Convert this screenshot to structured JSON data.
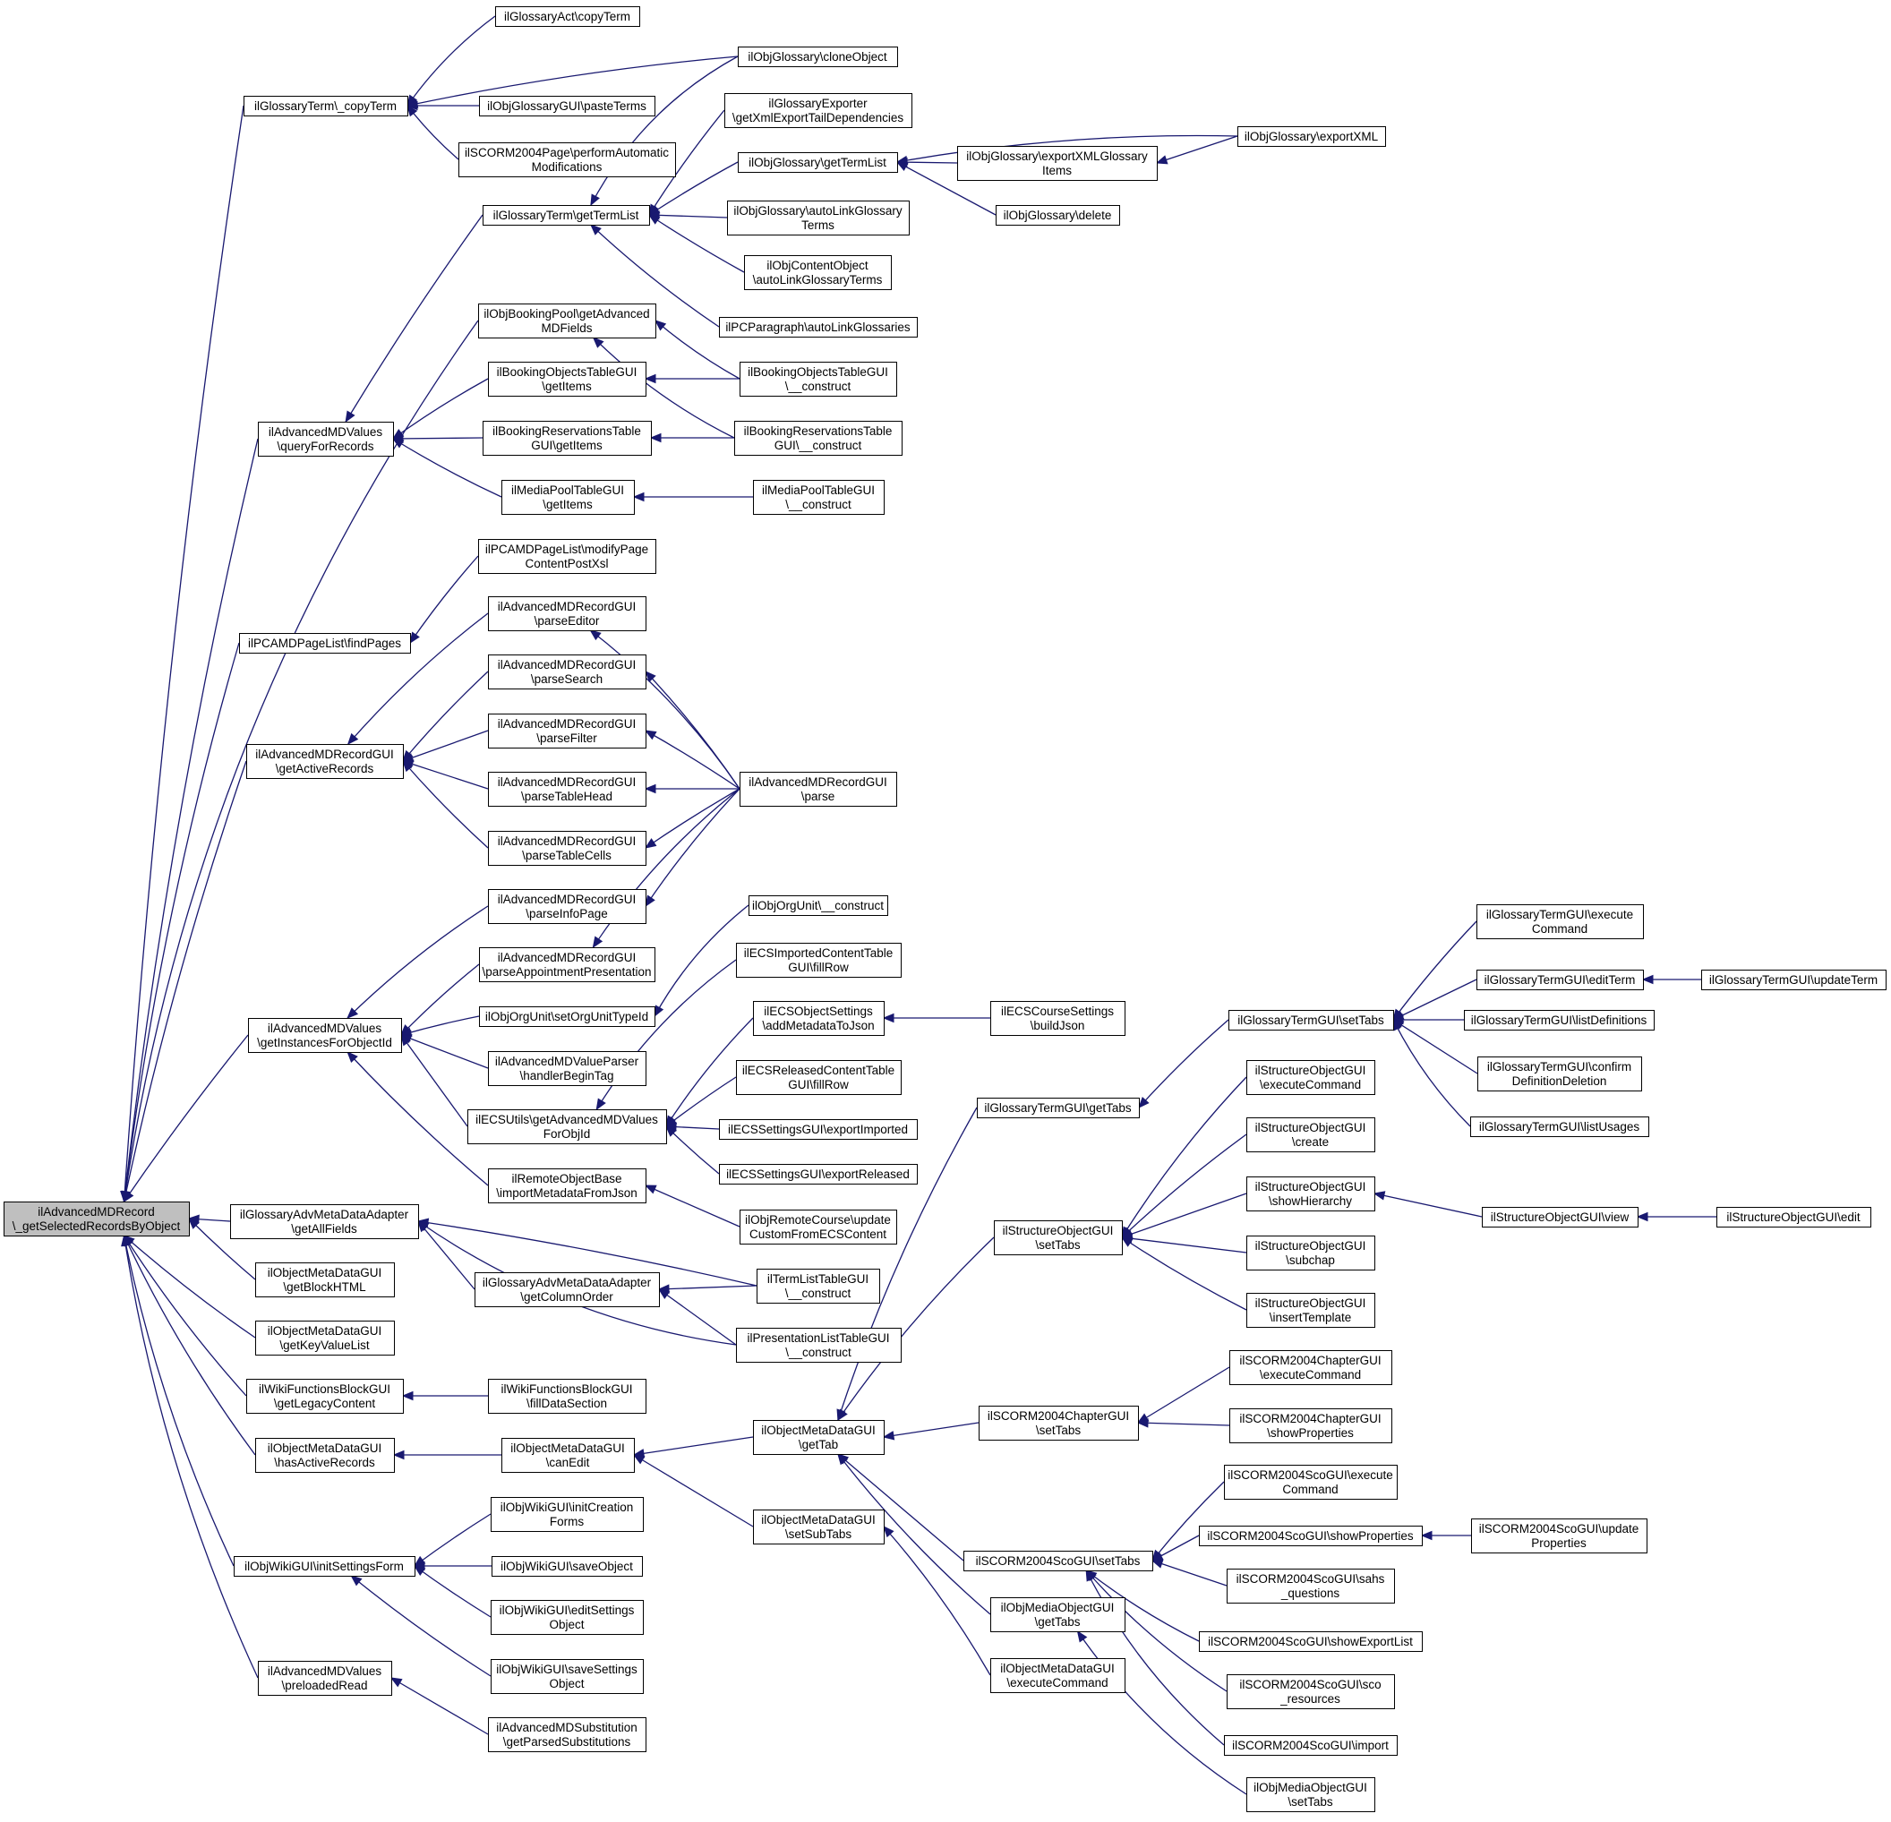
{
  "nodes": [
    {
      "id": "root",
      "lines": [
        "ilAdvancedMDRecord",
        "\\_getSelectedRecordsByObject"
      ],
      "root": true
    },
    {
      "id": "copyTerm",
      "lines": [
        "ilGlossaryTerm\\_copyTerm"
      ]
    },
    {
      "id": "queryForRecords",
      "lines": [
        "ilAdvancedMDValues",
        "\\queryForRecords"
      ]
    },
    {
      "id": "findPages",
      "lines": [
        "ilPCAMDPageList\\findPages"
      ]
    },
    {
      "id": "getActiveRecords",
      "lines": [
        "ilAdvancedMDRecordGUI",
        "\\getActiveRecords"
      ]
    },
    {
      "id": "getInstancesForObjectId",
      "lines": [
        "ilAdvancedMDValues",
        "\\getInstancesForObjectId"
      ]
    },
    {
      "id": "getAllFields",
      "lines": [
        "ilGlossaryAdvMetaDataAdapter",
        "\\getAllFields"
      ]
    },
    {
      "id": "getBlockHTML",
      "lines": [
        "ilObjectMetaDataGUI",
        "\\getBlockHTML"
      ]
    },
    {
      "id": "getKeyValueList",
      "lines": [
        "ilObjectMetaDataGUI",
        "\\getKeyValueList"
      ]
    },
    {
      "id": "getLegacyContent",
      "lines": [
        "ilWikiFunctionsBlockGUI",
        "\\getLegacyContent"
      ]
    },
    {
      "id": "hasActiveRecords",
      "lines": [
        "ilObjectMetaDataGUI",
        "\\hasActiveRecords"
      ]
    },
    {
      "id": "initSettingsForm",
      "lines": [
        "ilObjWikiGUI\\initSettingsForm"
      ]
    },
    {
      "id": "preloadedRead",
      "lines": [
        "ilAdvancedMDValues",
        "\\preloadedRead"
      ]
    },
    {
      "id": "actCopyTerm",
      "lines": [
        "ilGlossaryAct\\copyTerm"
      ]
    },
    {
      "id": "pasteTerms",
      "lines": [
        "ilObjGlossaryGUI\\pasteTerms"
      ]
    },
    {
      "id": "performAuto",
      "lines": [
        "ilSCORM2004Page\\performAutomatic",
        "Modifications"
      ]
    },
    {
      "id": "termGetTermList",
      "lines": [
        "ilGlossaryTerm\\getTermList"
      ]
    },
    {
      "id": "bookingPoolGetAdv",
      "lines": [
        "ilObjBookingPool\\getAdvanced",
        "MDFields"
      ]
    },
    {
      "id": "bookingObjGetItems",
      "lines": [
        "ilBookingObjectsTableGUI",
        "\\getItems"
      ]
    },
    {
      "id": "bookingResGetItems",
      "lines": [
        "ilBookingReservationsTable",
        "GUI\\getItems"
      ]
    },
    {
      "id": "mediaPoolGetItems",
      "lines": [
        "ilMediaPoolTableGUI",
        "\\getItems"
      ]
    },
    {
      "id": "modifyPageContent",
      "lines": [
        "ilPCAMDPageList\\modifyPage",
        "ContentPostXsl"
      ]
    },
    {
      "id": "parseEditor",
      "lines": [
        "ilAdvancedMDRecordGUI",
        "\\parseEditor"
      ]
    },
    {
      "id": "parseSearch",
      "lines": [
        "ilAdvancedMDRecordGUI",
        "\\parseSearch"
      ]
    },
    {
      "id": "parseFilter",
      "lines": [
        "ilAdvancedMDRecordGUI",
        "\\parseFilter"
      ]
    },
    {
      "id": "parseTableHead",
      "lines": [
        "ilAdvancedMDRecordGUI",
        "\\parseTableHead"
      ]
    },
    {
      "id": "parseTableCells",
      "lines": [
        "ilAdvancedMDRecordGUI",
        "\\parseTableCells"
      ]
    },
    {
      "id": "parseInfoPage",
      "lines": [
        "ilAdvancedMDRecordGUI",
        "\\parseInfoPage"
      ]
    },
    {
      "id": "parseAppointment",
      "lines": [
        "ilAdvancedMDRecordGUI",
        "\\parseAppointmentPresentation"
      ]
    },
    {
      "id": "setOrgUnitTypeId",
      "lines": [
        "ilObjOrgUnit\\setOrgUnitTypeId"
      ]
    },
    {
      "id": "handlerBeginTag",
      "lines": [
        "ilAdvancedMDValueParser",
        "\\handlerBeginTag"
      ]
    },
    {
      "id": "ecsGetAdvanced",
      "lines": [
        "ilECSUtils\\getAdvancedMDValues",
        "ForObjId"
      ]
    },
    {
      "id": "importMetadata",
      "lines": [
        "ilRemoteObjectBase",
        "\\importMetadataFromJson"
      ]
    },
    {
      "id": "getColumnOrder",
      "lines": [
        "ilGlossaryAdvMetaDataAdapter",
        "\\getColumnOrder"
      ]
    },
    {
      "id": "fillDataSection",
      "lines": [
        "ilWikiFunctionsBlockGUI",
        "\\fillDataSection"
      ]
    },
    {
      "id": "canEdit",
      "lines": [
        "ilObjectMetaDataGUI",
        "\\canEdit"
      ]
    },
    {
      "id": "initCreationForms",
      "lines": [
        "ilObjWikiGUI\\initCreation",
        "Forms"
      ]
    },
    {
      "id": "saveObject",
      "lines": [
        "ilObjWikiGUI\\saveObject"
      ]
    },
    {
      "id": "editSettingsObject",
      "lines": [
        "ilObjWikiGUI\\editSettings",
        "Object"
      ]
    },
    {
      "id": "saveSettingsObject",
      "lines": [
        "ilObjWikiGUI\\saveSettings",
        "Object"
      ]
    },
    {
      "id": "getParsedSubst",
      "lines": [
        "ilAdvancedMDSubstitution",
        "\\getParsedSubstitutions"
      ]
    },
    {
      "id": "cloneObject",
      "lines": [
        "ilObjGlossary\\cloneObject"
      ]
    },
    {
      "id": "exporterGetXml",
      "lines": [
        "ilGlossaryExporter",
        "\\getXmlExportTailDependencies"
      ]
    },
    {
      "id": "glossGetTermList",
      "lines": [
        "ilObjGlossary\\getTermList"
      ]
    },
    {
      "id": "autoLinkGlossTerms",
      "lines": [
        "ilObjGlossary\\autoLinkGlossary",
        "Terms"
      ]
    },
    {
      "id": "contentAutoLink",
      "lines": [
        "ilObjContentObject",
        "\\autoLinkGlossaryTerms"
      ]
    },
    {
      "id": "pcParagraphAutoLink",
      "lines": [
        "ilPCParagraph\\autoLinkGlossaries"
      ]
    },
    {
      "id": "bookingObjConstruct",
      "lines": [
        "ilBookingObjectsTableGUI",
        "\\__construct"
      ]
    },
    {
      "id": "bookingResConstruct",
      "lines": [
        "ilBookingReservationsTable",
        "GUI\\__construct"
      ]
    },
    {
      "id": "mediaPoolConstruct",
      "lines": [
        "ilMediaPoolTableGUI",
        "\\__construct"
      ]
    },
    {
      "id": "recordGuiParse",
      "lines": [
        "ilAdvancedMDRecordGUI",
        "\\parse"
      ]
    },
    {
      "id": "orgUnitConstruct",
      "lines": [
        "ilObjOrgUnit\\__construct"
      ]
    },
    {
      "id": "ecsImportedFillRow",
      "lines": [
        "ilECSImportedContentTable",
        "GUI\\fillRow"
      ]
    },
    {
      "id": "ecsAddMetadata",
      "lines": [
        "ilECSObjectSettings",
        "\\addMetadataToJson"
      ]
    },
    {
      "id": "ecsReleasedFillRow",
      "lines": [
        "ilECSReleasedContentTable",
        "GUI\\fillRow"
      ]
    },
    {
      "id": "ecsExportImported",
      "lines": [
        "ilECSSettingsGUI\\exportImported"
      ]
    },
    {
      "id": "ecsExportReleased",
      "lines": [
        "ilECSSettingsGUI\\exportReleased"
      ]
    },
    {
      "id": "updateCustomEcs",
      "lines": [
        "ilObjRemoteCourse\\update",
        "CustomFromECSContent"
      ]
    },
    {
      "id": "termListConstruct",
      "lines": [
        "ilTermListTableGUI",
        "\\__construct"
      ]
    },
    {
      "id": "presListConstruct",
      "lines": [
        "ilPresentationListTableGUI",
        "\\__construct"
      ]
    },
    {
      "id": "metaGetTab",
      "lines": [
        "ilObjectMetaDataGUI",
        "\\getTab"
      ]
    },
    {
      "id": "metaSetSubTabs",
      "lines": [
        "ilObjectMetaDataGUI",
        "\\setSubTabs"
      ]
    },
    {
      "id": "exportXMLGlossItems",
      "lines": [
        "ilObjGlossary\\exportXMLGlossary",
        "Items"
      ]
    },
    {
      "id": "glossDelete",
      "lines": [
        "ilObjGlossary\\delete"
      ]
    },
    {
      "id": "ecsBuildJson",
      "lines": [
        "ilECSCourseSettings",
        "\\buildJson"
      ]
    },
    {
      "id": "termGuiGetTabs",
      "lines": [
        "ilGlossaryTermGUI\\getTabs"
      ]
    },
    {
      "id": "structSetTabs",
      "lines": [
        "ilStructureObjectGUI",
        "\\setTabs"
      ]
    },
    {
      "id": "chapterSetTabs",
      "lines": [
        "ilSCORM2004ChapterGUI",
        "\\setTabs"
      ]
    },
    {
      "id": "scoSetTabs",
      "lines": [
        "ilSCORM2004ScoGUI\\setTabs"
      ]
    },
    {
      "id": "mediaGetTabs",
      "lines": [
        "ilObjMediaObjectGUI",
        "\\getTabs"
      ]
    },
    {
      "id": "metaExecuteCommand",
      "lines": [
        "ilObjectMetaDataGUI",
        "\\executeCommand"
      ]
    },
    {
      "id": "glossExportXML",
      "lines": [
        "ilObjGlossary\\exportXML"
      ]
    },
    {
      "id": "termGuiSetTabs",
      "lines": [
        "ilGlossaryTermGUI\\setTabs"
      ]
    },
    {
      "id": "structExecute",
      "lines": [
        "ilStructureObjectGUI",
        "\\executeCommand"
      ]
    },
    {
      "id": "structCreate",
      "lines": [
        "ilStructureObjectGUI",
        "\\create"
      ]
    },
    {
      "id": "structShowHierarchy",
      "lines": [
        "ilStructureObjectGUI",
        "\\showHierarchy"
      ]
    },
    {
      "id": "structSubchap",
      "lines": [
        "ilStructureObjectGUI",
        "\\subchap"
      ]
    },
    {
      "id": "structInsertTemplate",
      "lines": [
        "ilStructureObjectGUI",
        "\\insertTemplate"
      ]
    },
    {
      "id": "chapterExecute",
      "lines": [
        "ilSCORM2004ChapterGUI",
        "\\executeCommand"
      ]
    },
    {
      "id": "chapterShowProps",
      "lines": [
        "ilSCORM2004ChapterGUI",
        "\\showProperties"
      ]
    },
    {
      "id": "scoExecute",
      "lines": [
        "ilSCORM2004ScoGUI\\execute",
        "Command"
      ]
    },
    {
      "id": "scoShowProps",
      "lines": [
        "ilSCORM2004ScoGUI\\showProperties"
      ]
    },
    {
      "id": "scoSahs",
      "lines": [
        "ilSCORM2004ScoGUI\\sahs",
        "_questions"
      ]
    },
    {
      "id": "scoShowExport",
      "lines": [
        "ilSCORM2004ScoGUI\\showExportList"
      ]
    },
    {
      "id": "scoResources",
      "lines": [
        "ilSCORM2004ScoGUI\\sco",
        "_resources"
      ]
    },
    {
      "id": "scoImport",
      "lines": [
        "ilSCORM2004ScoGUI\\import"
      ]
    },
    {
      "id": "mediaSetTabs",
      "lines": [
        "ilObjMediaObjectGUI",
        "\\setTabs"
      ]
    },
    {
      "id": "termGuiExecute",
      "lines": [
        "ilGlossaryTermGUI\\execute",
        "Command"
      ]
    },
    {
      "id": "termGuiEditTerm",
      "lines": [
        "ilGlossaryTermGUI\\editTerm"
      ]
    },
    {
      "id": "termGuiListDefs",
      "lines": [
        "ilGlossaryTermGUI\\listDefinitions"
      ]
    },
    {
      "id": "termGuiConfirm",
      "lines": [
        "ilGlossaryTermGUI\\confirm",
        "DefinitionDeletion"
      ]
    },
    {
      "id": "termGuiListUsages",
      "lines": [
        "ilGlossaryTermGUI\\listUsages"
      ]
    },
    {
      "id": "structView",
      "lines": [
        "ilStructureObjectGUI\\view"
      ]
    },
    {
      "id": "scoUpdateProps",
      "lines": [
        "ilSCORM2004ScoGUI\\update",
        "Properties"
      ]
    },
    {
      "id": "termGuiUpdateTerm",
      "lines": [
        "ilGlossaryTermGUI\\updateTerm"
      ]
    },
    {
      "id": "structEdit",
      "lines": [
        "ilStructureObjectGUI\\edit"
      ]
    }
  ]
}
